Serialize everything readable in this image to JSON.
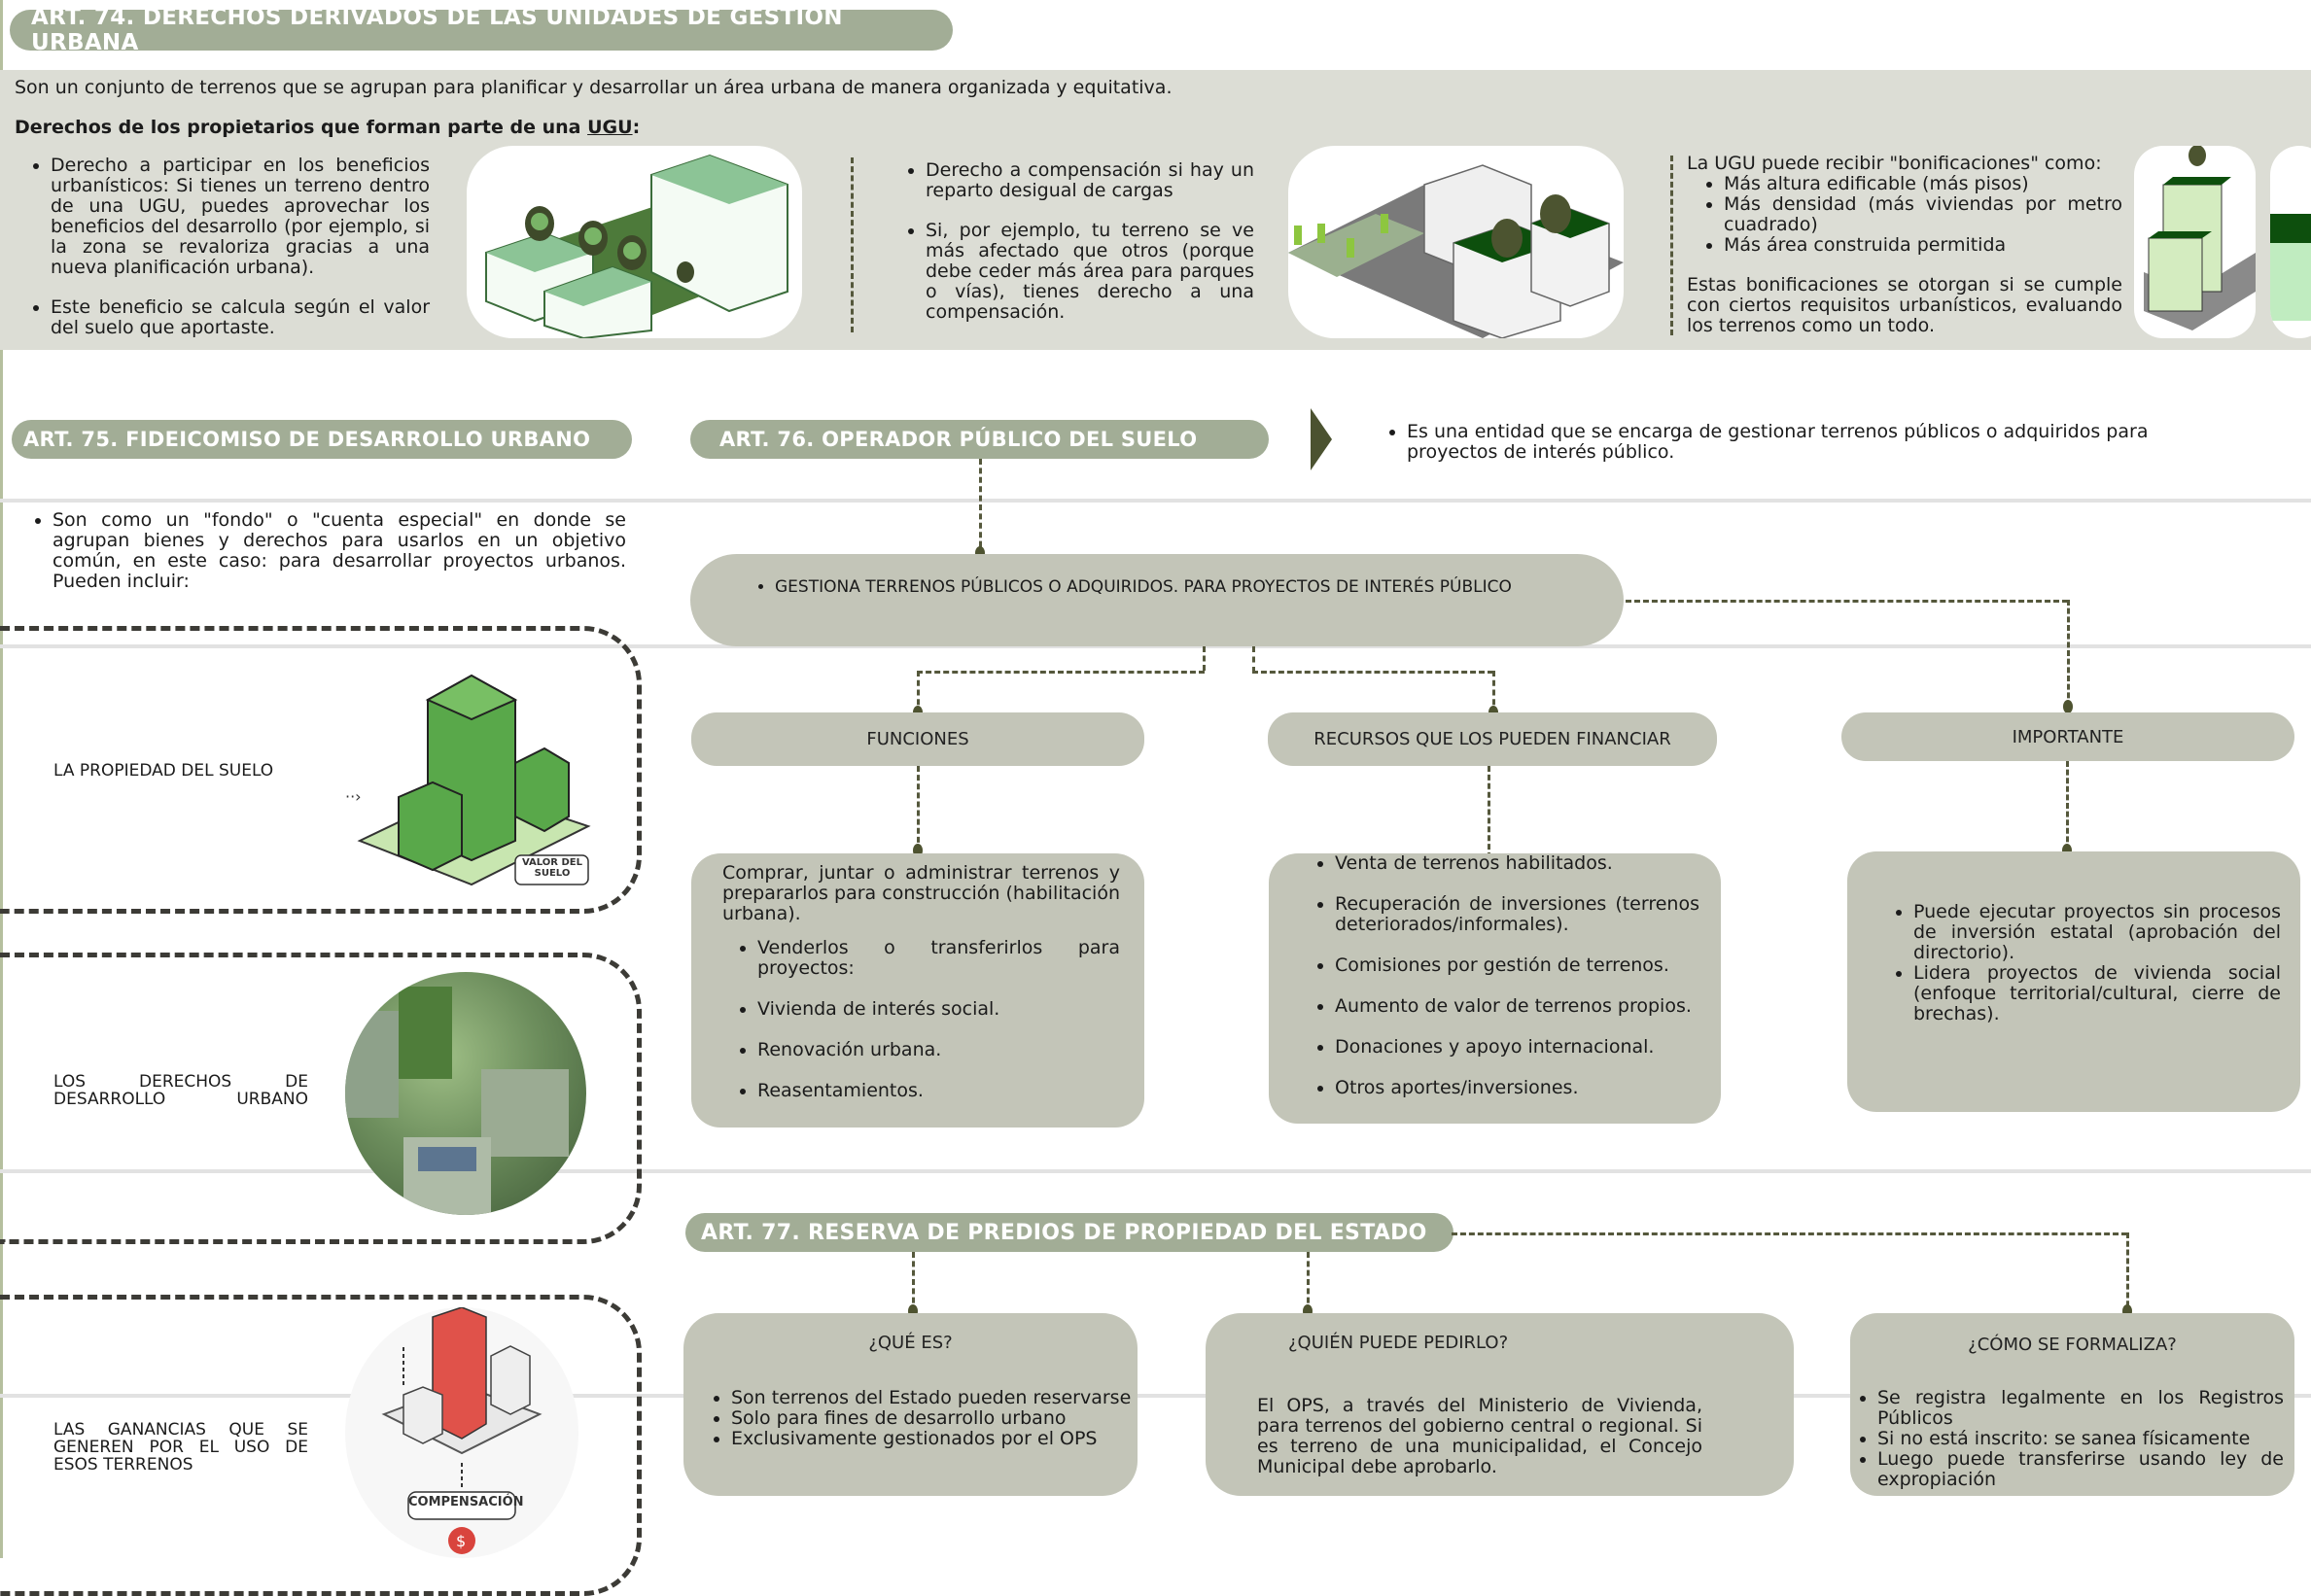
{
  "art74": {
    "title": "ART. 74. DERECHOS DERIVADOS DE LAS UNIDADES DE GESTIÓN URBANA",
    "intro": "Son un conjunto de terrenos que se agrupan para planificar y desarrollar un área urbana de manera organizada y equitativa.",
    "rights_heading_prefix": "Derechos de los propietarios que forman parte de una ",
    "rights_heading_link": "UGU",
    "rights_heading_suffix": ":",
    "col1": [
      "Derecho a participar en los beneficios urbanísticos: Si tienes un terreno dentro de una UGU, puedes aprovechar los beneficios del desarrollo (por ejemplo, si la zona se revaloriza gracias a una nueva planificación urbana).",
      "Este beneficio se calcula según el valor del suelo que aportaste."
    ],
    "col2": [
      "Derecho a compensación si hay un reparto desigual de cargas",
      "Si, por ejemplo, tu terreno se ve más afectado que otros (porque debe ceder más área para parques o vías), tienes derecho a una compensación."
    ],
    "col3_lead": "La UGU puede recibir \"bonificaciones\" como:",
    "col3_items": [
      "Más altura edificable (más pisos)",
      "Más densidad (más viviendas por metro cuadrado)",
      "Más área construida permitida"
    ],
    "col3_footer": "Estas bonificaciones se otorgan si se cumple con ciertos requisitos urbanísticos, evaluando los terrenos como un todo."
  },
  "art75": {
    "title": "ART. 75. FIDEICOMISO DE DESARROLLO URBANO",
    "description": "Son como un \"fondo\" o \"cuenta especial\" en donde se agrupan bienes y derechos para usarlos en un objetivo común, en este caso: para desarrollar proyectos urbanos. Pueden incluir:",
    "items": [
      {
        "label": "LA PROPIEDAD DEL SUELO",
        "image_badge": "VALOR DEL SUELO",
        "image": "green-building-icon"
      },
      {
        "label": "LOS DERECHOS DE DESARROLLO URBANO",
        "image": "green-city-photo"
      },
      {
        "label": "LAS GANANCIAS QUE SE GENEREN POR EL USO DE ESOS TERRENOS",
        "image_badge": "COMPENSACIÓN",
        "image": "red-building-icon"
      }
    ]
  },
  "art76": {
    "title": "ART. 76. OPERADOR PÚBLICO DEL SUELO",
    "definition": "Es una entidad que se encarga de gestionar terrenos públicos o adquiridos para proyectos de interés público.",
    "main_node": "GESTIONA TERRENOS PÚBLICOS O ADQUIRIDOS. PARA PROYECTOS DE INTERÉS PÚBLICO",
    "branches": [
      {
        "title": "FUNCIONES",
        "lead": "Comprar, juntar o administrar terrenos y prepararlos para construcción (habilitación urbana).",
        "items": [
          "Venderlos o transferirlos para proyectos:",
          "Vivienda de interés social.",
          "Renovación urbana.",
          "Reasentamientos."
        ]
      },
      {
        "title": "RECURSOS QUE LOS  PUEDEN FINANCIAR",
        "items": [
          "Venta de terrenos habilitados.",
          "Recuperación de inversiones (terrenos deteriorados/informales).",
          "Comisiones por gestión de terrenos.",
          "Aumento de valor de terrenos propios.",
          "Donaciones y apoyo internacional.",
          "Otros aportes/inversiones."
        ]
      },
      {
        "title": "IMPORTANTE",
        "items": [
          "Puede ejecutar proyectos sin procesos de inversión estatal (aprobación del directorio).",
          "Lidera proyectos de vivienda social (enfoque territorial/cultural, cierre de brechas)."
        ]
      }
    ]
  },
  "art77": {
    "title": "ART. 77. RESERVA DE PREDIOS DE PROPIEDAD DEL ESTADO",
    "branches": [
      {
        "title": "¿QUÉ ES?",
        "items": [
          "Son terrenos del Estado pueden reservarse",
          "Solo para fines de desarrollo urbano",
          "Exclusivamente gestionados por el OPS"
        ]
      },
      {
        "title": "¿QUIÉN PUEDE PEDIRLO?",
        "text": "El OPS, a través del Ministerio de Vivienda, para terrenos del gobierno central o regional. Si es terreno de una municipalidad, el Concejo Municipal debe aprobarlo."
      },
      {
        "title": "¿CÓMO SE FORMALIZA?",
        "items": [
          "Se registra legalmente en los Registros Públicos",
          "Si no está inscrito: se sanea físicamente",
          "Luego puede transferirse usando ley de expropiación"
        ]
      }
    ]
  },
  "colors": {
    "title_pill": "#a2ad96",
    "band": "#dcddd5",
    "node": "#c3c5b8",
    "connector": "#55583c",
    "accent_green": "#3f7a2e"
  }
}
